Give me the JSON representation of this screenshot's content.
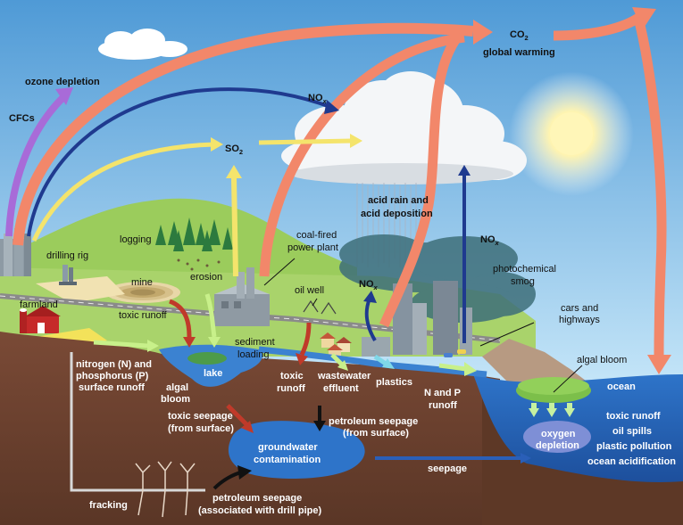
{
  "colors": {
    "sky_top": "#5aa5dd",
    "sky_bottom": "#bfe2f7",
    "hill": "#9ccb5e",
    "ground": "#6b4231",
    "water": "#2d6fc4",
    "co2_arrow": "#f2876a",
    "nox_arrow": "#1f3a8f",
    "so2_arrow": "#f4e46c",
    "cfc_arrow": "#a86bd8",
    "runoff_arrow": "#c8f08a",
    "toxic_arrow": "#c03a2a",
    "sun": "#fff3a8"
  },
  "labels": {
    "co2": "CO",
    "co2_sub": "2",
    "global_warming": "global warming",
    "ozone_depletion": "ozone depletion",
    "cfcs": "CFCs",
    "nox_top": "NO",
    "nox_top_sub": "x",
    "so2": "SO",
    "so2_sub": "2",
    "acid_rain_1": "acid rain and",
    "acid_rain_2": "acid deposition",
    "nox_right": "NO",
    "nox_right_sub": "x",
    "nox_mid": "NO",
    "nox_mid_sub": "x",
    "logging": "logging",
    "drilling_rig": "drilling rig",
    "mine": "mine",
    "erosion": "erosion",
    "coal_fired_1": "coal-fired",
    "coal_fired_2": "power plant",
    "oil_well": "oil well",
    "photochemical_1": "photochemical",
    "photochemical_2": "smog",
    "farmland": "farmland",
    "toxic_runoff_left": "toxic runoff",
    "sediment_1": "sediment",
    "sediment_2": "loading",
    "cars_1": "cars and",
    "cars_2": "highways",
    "nitrogen_1": "nitrogen (N) and",
    "nitrogen_2": "phosphorus (P)",
    "nitrogen_3": "surface runoff",
    "lake": "lake",
    "algal_bloom_lake_1": "algal",
    "algal_bloom_lake_2": "bloom",
    "toxic_runoff_mid_1": "toxic",
    "toxic_runoff_mid_2": "runoff",
    "wastewater_1": "wastewater",
    "wastewater_2": "effluent",
    "plastics": "plastics",
    "np_runoff_1": "N and P",
    "np_runoff_2": "runoff",
    "algal_bloom_ocean": "algal bloom",
    "ocean": "ocean",
    "toxic_seepage_1": "toxic seepage",
    "toxic_seepage_2": "(from surface)",
    "petroleum_surface_1": "petroleum seepage",
    "petroleum_surface_2": "(from surface)",
    "groundwater_1": "groundwater",
    "groundwater_2": "contamination",
    "seepage": "seepage",
    "oxygen_1": "oxygen",
    "oxygen_2": "depletion",
    "ocean_toxic_runoff": "toxic runoff",
    "oil_spills": "oil spills",
    "plastic_pollution": "plastic pollution",
    "ocean_acidification": "ocean acidification",
    "fracking": "fracking",
    "petroleum_pipe_1": "petroleum seepage",
    "petroleum_pipe_2": "(associated with drill pipe)"
  }
}
